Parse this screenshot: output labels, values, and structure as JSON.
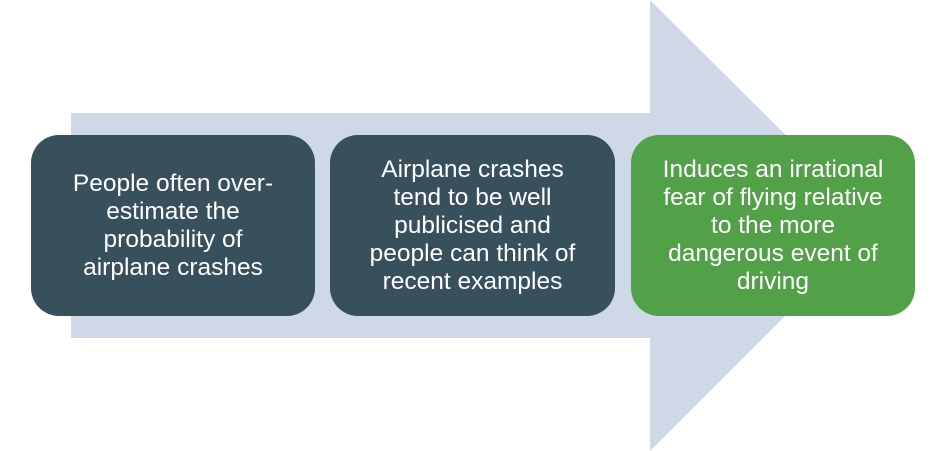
{
  "diagram": {
    "type": "process-arrow",
    "colors": {
      "arrow": "#cfd8e6",
      "step_dark": "#37505b",
      "step_highlight": "#52a047",
      "text": "#ffffff"
    },
    "steps": [
      {
        "text": "People often over-\nestimate the\nprobability of\nairplane crashes",
        "style": "dark"
      },
      {
        "text": "Airplane crashes\ntend to be well\npublicised and\npeople can think of\nrecent examples",
        "style": "dark"
      },
      {
        "text": "Induces an irrational\nfear of flying relative\nto the more\ndangerous event of\ndriving",
        "style": "highlight"
      }
    ]
  }
}
